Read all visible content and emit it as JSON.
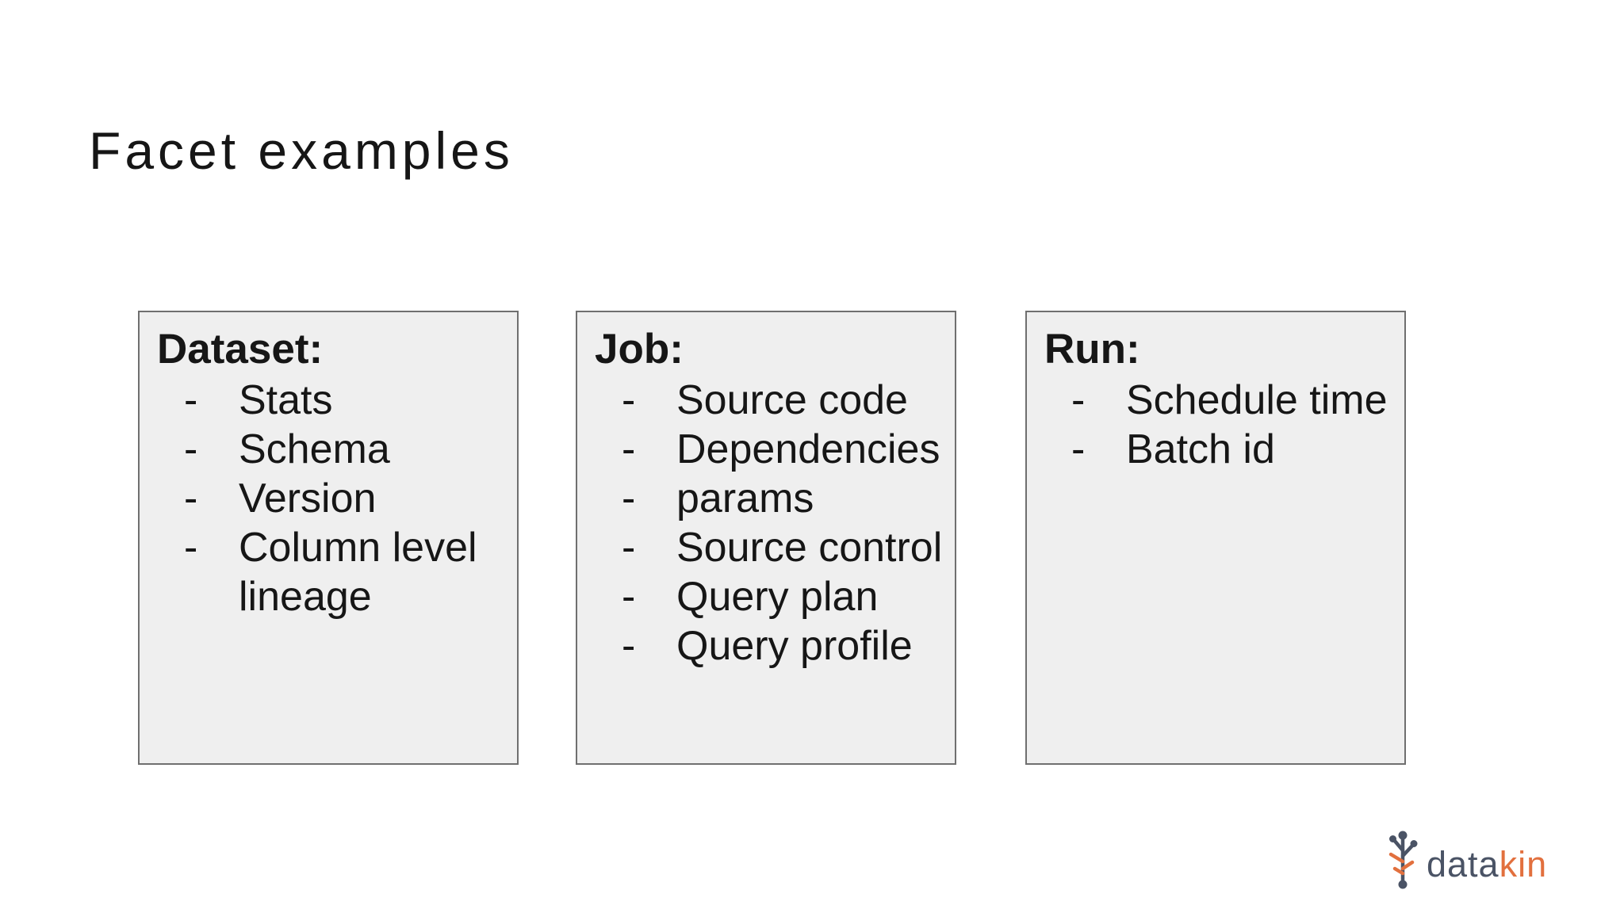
{
  "slide": {
    "title": "Facet examples"
  },
  "bullet_char": "-",
  "boxes": [
    {
      "header": "Dataset:",
      "items": [
        "Stats",
        "Schema",
        "Version",
        "Column level lineage"
      ]
    },
    {
      "header": "Job:",
      "items": [
        "Source code",
        "Dependencies",
        "params",
        "Source control",
        "Query plan",
        "Query profile"
      ]
    },
    {
      "header": "Run:",
      "items": [
        "Schedule time",
        "Batch id"
      ]
    }
  ],
  "logo": {
    "text_primary": "data",
    "text_accent": "kin",
    "colors": {
      "primary": "#4a5365",
      "accent": "#e2703e"
    }
  },
  "colors": {
    "background": "#ffffff",
    "box_fill": "#efefef",
    "box_border": "#6f6f6f",
    "text": "#161616"
  }
}
